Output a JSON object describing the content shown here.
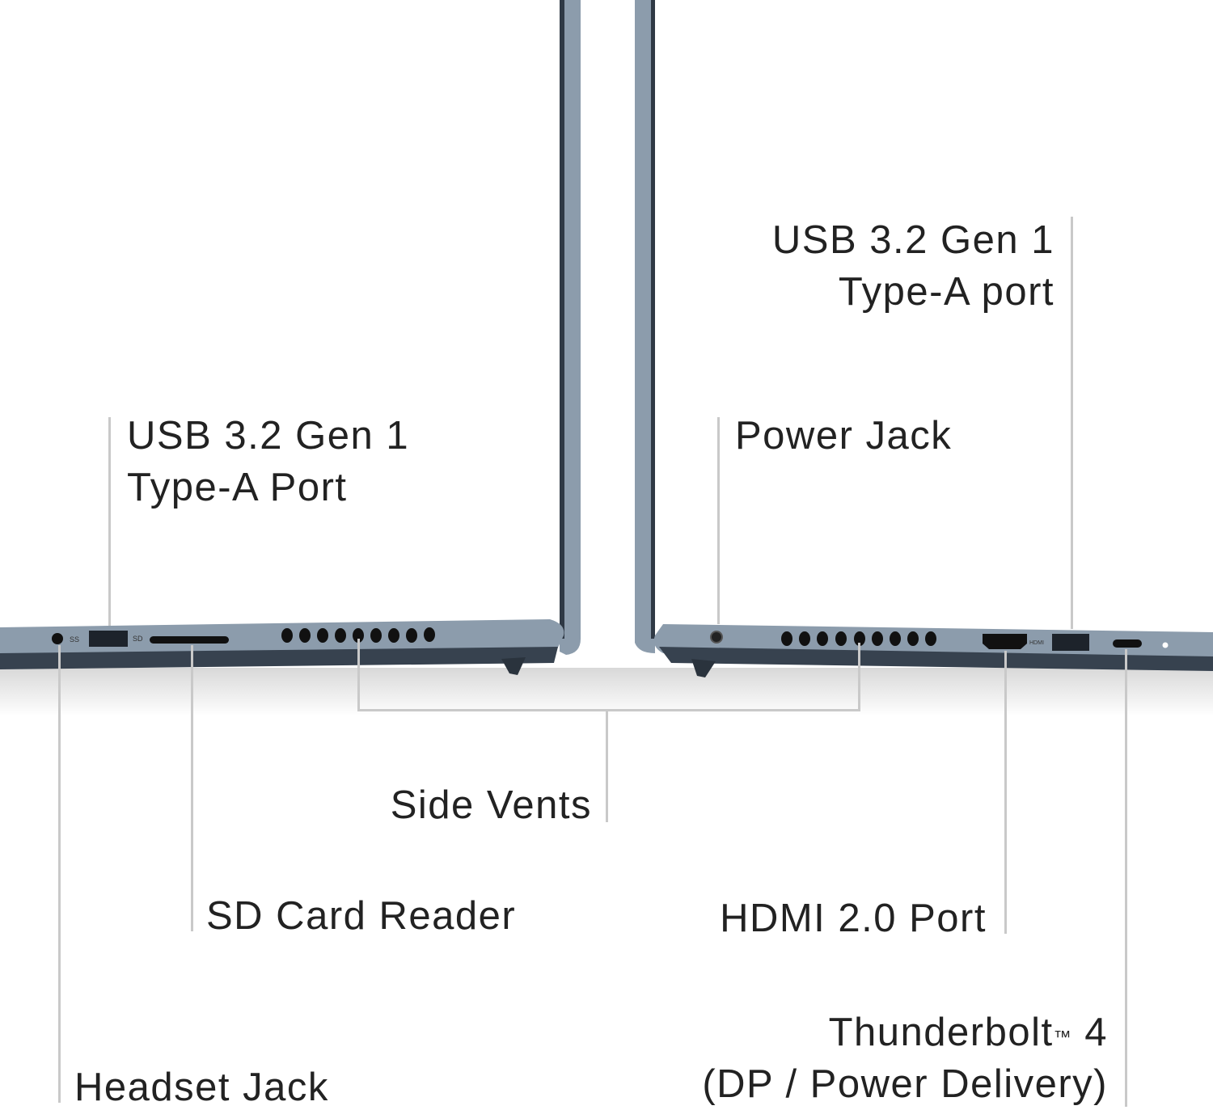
{
  "labels": {
    "left_usb_line1": "USB 3.2 Gen 1",
    "left_usb_line2": "Type-A Port",
    "power_jack": "Power Jack",
    "right_usb_line1": "USB 3.2 Gen 1",
    "right_usb_line2": "Type-A port",
    "side_vents": "Side Vents",
    "sd_card_reader": "SD Card Reader",
    "hdmi_port": "HDMI 2.0 Port",
    "thunderbolt_line1": "Thunderbolt",
    "thunderbolt_tm": "™",
    "thunderbolt_version": " 4",
    "thunderbolt_line2": "(DP / Power Delivery)",
    "headset_jack": "Headset Jack"
  },
  "port_markings": {
    "sd": "SD",
    "hdmi": "HDMI",
    "usb": "SS"
  },
  "colors": {
    "chassis": "#8c9cac",
    "chassis_dark": "#37424f",
    "callout_line": "#c9c9c9",
    "text": "#222222"
  }
}
